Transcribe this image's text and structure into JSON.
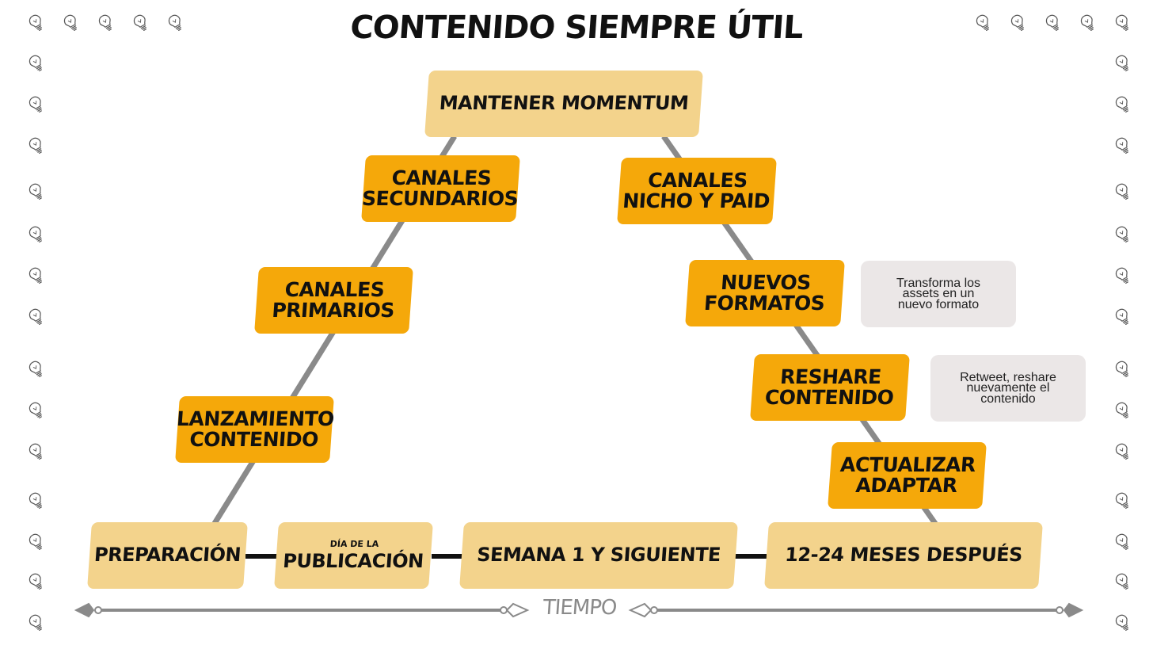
{
  "title": "CONTENIDO SIEMPRE ÚTIL",
  "nodes": {
    "mantener": "MANTENER MOMENTUM",
    "secundarios": [
      "CANALES",
      "SECUNDARIOS"
    ],
    "nicho": [
      "CANALES",
      "NICHO Y PAID"
    ],
    "primarios": [
      "CANALES",
      "PRIMARIOS"
    ],
    "nuevos": [
      "NUEVOS",
      "FORMATOS"
    ],
    "lanzamiento": [
      "LANZAMIENTO",
      "CONTENIDO"
    ],
    "reshare": [
      "RESHARE",
      "CONTENIDO"
    ],
    "actualizar": [
      "ACTUALIZAR",
      "ADAPTAR"
    ]
  },
  "timeline": {
    "preparacion": "PREPARACIÓN",
    "dia_small": "DÍA DE LA",
    "dia_main": "PUBLICACIÓN",
    "semana": "SEMANA 1 Y SIGUIENTE",
    "meses": "12-24 MESES DESPUÉS"
  },
  "notes": {
    "formatos": [
      "Transforma los",
      "assets en un",
      "nuevo formato"
    ],
    "reshare": [
      "Retweet, reshare",
      "nuevamente el",
      "contenido"
    ]
  },
  "axis_label": "TIEMPO",
  "colors": {
    "light_box": "#f3d38c",
    "orange_box": "#f5a80a",
    "note_box": "#ebe7e7",
    "connector": "#8a8a8a"
  },
  "icons": {
    "decoration": "lightbulb-icon"
  }
}
